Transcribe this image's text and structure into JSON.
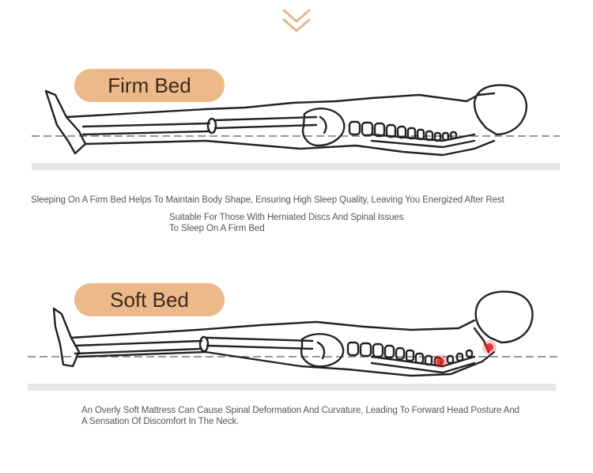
{
  "firm": {
    "title": "Firm Bed",
    "caption_main": "Sleeping On A Firm Bed Helps To Maintain Body Shape, Ensuring High Sleep Quality, Leaving You Energized After Rest",
    "caption_sub_line1": "Suitable For Those With Herniated Discs And Spinal Issues",
    "caption_sub_line2": "To Sleep On A Firm Bed"
  },
  "soft": {
    "title": "Soft Bed",
    "caption": "An Overly Soft Mattress Can Cause Spinal Deformation And Curvature, Leading To Forward Head Posture And A Sensation Of Discomfort In The Neck."
  },
  "colors": {
    "pill_bg": "#ebb98a",
    "pill_text": "#3b2a1a",
    "chevron": "#e8b688",
    "pain_marker": "#e21f1f",
    "mattress_line": "#e6e6e6"
  },
  "icons": {
    "chevron": "double-chevron-down-icon"
  }
}
